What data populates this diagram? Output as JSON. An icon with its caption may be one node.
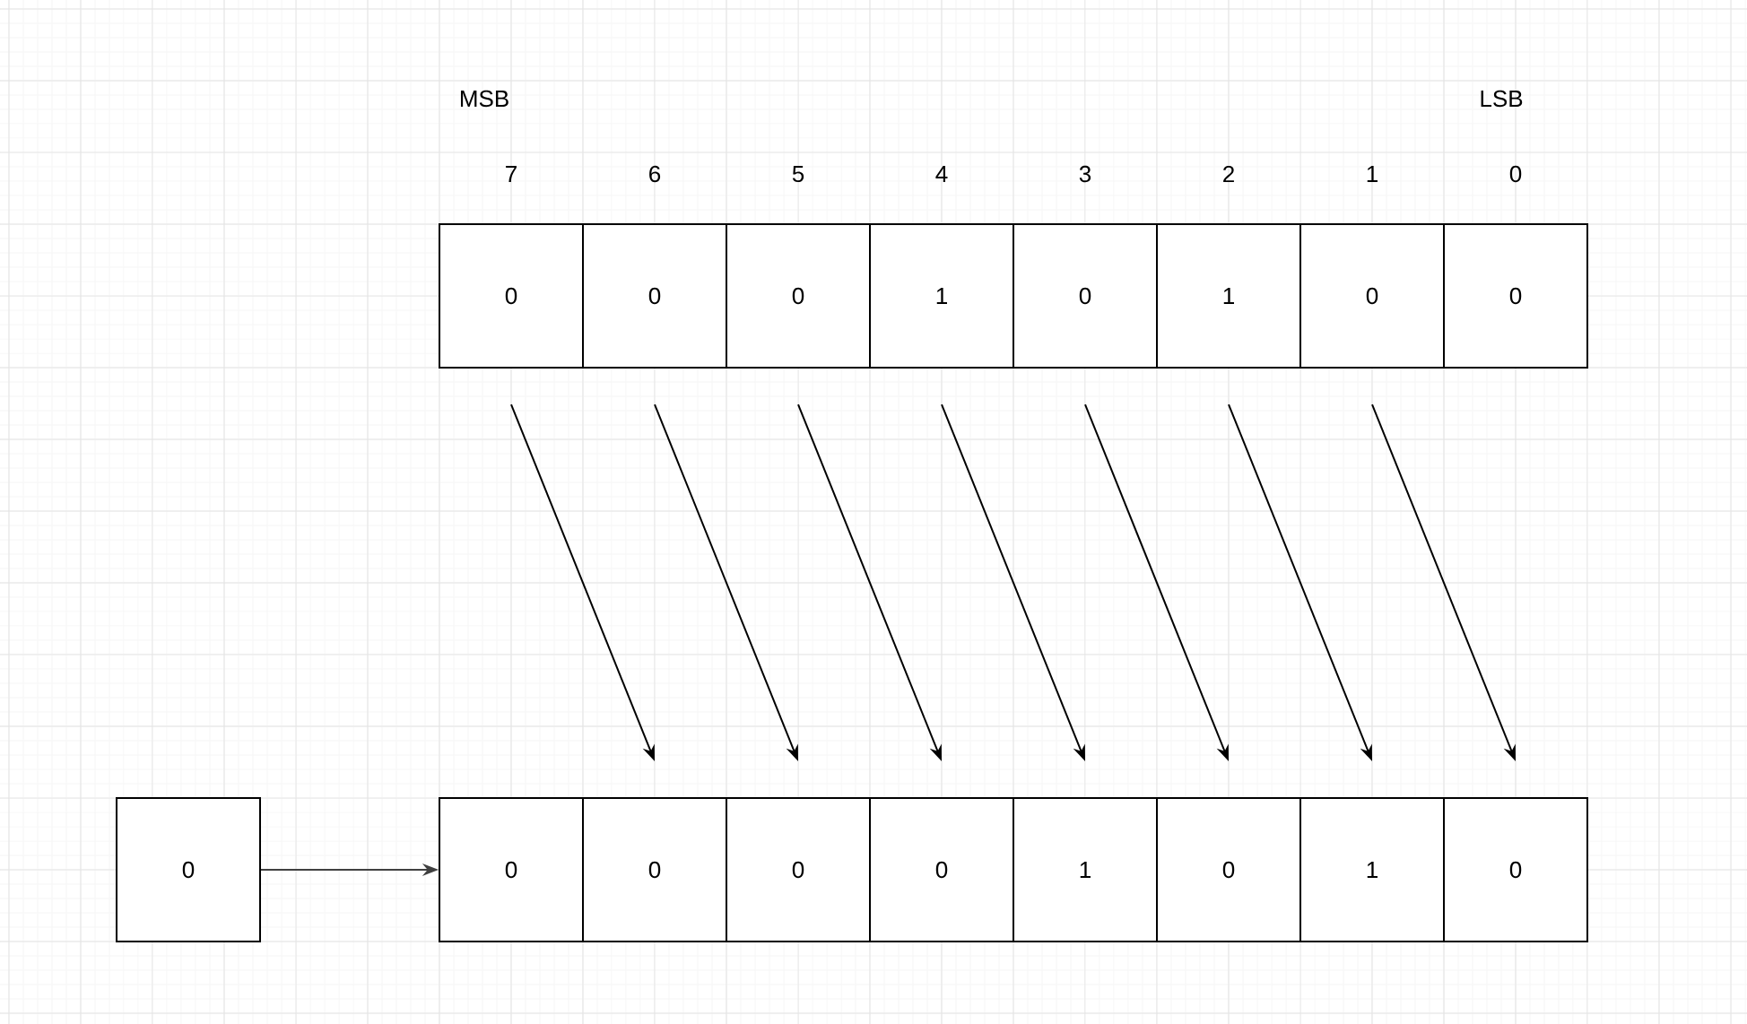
{
  "diagram": {
    "nodes": [
      {
        "text": [
          "0"
        ]
      },
      {
        "text": [
          "0"
        ]
      },
      {
        "text": [
          "0"
        ]
      },
      {
        "text": [
          "1"
        ]
      },
      {
        "text": [
          "0"
        ]
      },
      {
        "text": [
          "1"
        ]
      },
      {
        "text": [
          "0"
        ]
      },
      {
        "text": [
          "0"
        ]
      },
      {
        "text": [
          "0"
        ]
      },
      {
        "text": [
          "0"
        ]
      },
      {
        "text": [
          "0"
        ]
      },
      {
        "text": [
          "0"
        ]
      },
      {
        "text": [
          "0"
        ]
      },
      {
        "text": [
          "1"
        ]
      },
      {
        "text": [
          "0"
        ]
      },
      {
        "text": [
          "1"
        ]
      },
      {
        "text": [
          "0"
        ]
      }
    ],
    "edges": [
      {
        "from": 0,
        "to": 10,
        "arrow": "to"
      },
      {
        "from": 1,
        "to": 11,
        "arrow": "to"
      },
      {
        "from": 2,
        "to": 12,
        "arrow": "to"
      },
      {
        "from": 3,
        "to": 13,
        "arrow": "to"
      },
      {
        "from": 4,
        "to": 14,
        "arrow": "to"
      },
      {
        "from": 5,
        "to": 15,
        "arrow": "to"
      },
      {
        "from": 6,
        "to": 16,
        "arrow": "to"
      },
      {
        "from": 8,
        "to": 9,
        "arrow": "to",
        "color": "#404040"
      }
    ],
    "labels": [
      "MSB",
      "LSB",
      "7",
      "6",
      "5",
      "4",
      "3",
      "2",
      "1",
      "0"
    ]
  }
}
